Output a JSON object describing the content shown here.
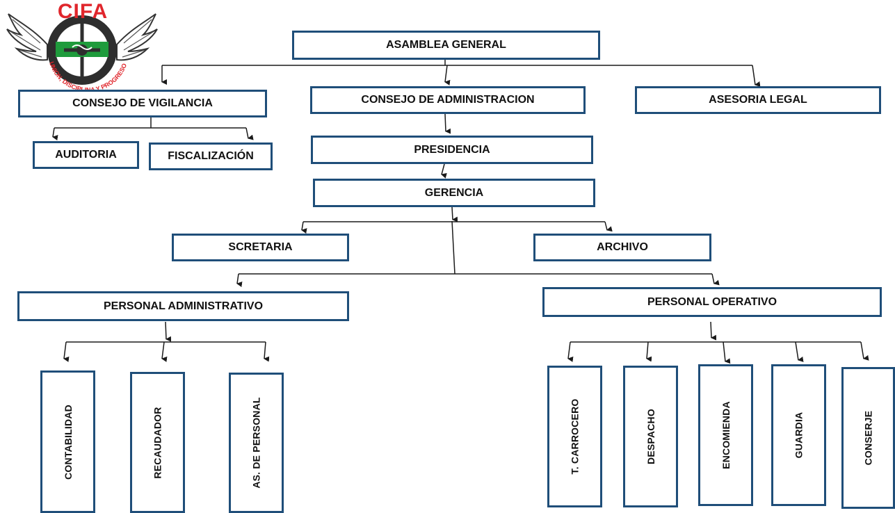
{
  "logo": {
    "title": "CIFA",
    "motto": "UNION, DISCIPLINA Y PROGRESO",
    "colors": {
      "red": "#e0262c",
      "green": "#1f9b3c",
      "dark": "#333333"
    }
  },
  "colors": {
    "box_border": "#1f4e79",
    "connector": "#1a1a1a"
  },
  "nodes": {
    "asamblea": "ASAMBLEA GENERAL",
    "consejo_vigilancia": "CONSEJO DE VIGILANCIA",
    "consejo_administracion": "CONSEJO DE ADMINISTRACION",
    "asesoria_legal": "ASESORIA LEGAL",
    "auditoria": "AUDITORIA",
    "fiscalizacion": "FISCALIZACIÓN",
    "presidencia": "PRESIDENCIA",
    "gerencia": "GERENCIA",
    "secretaria": "SCRETARIA",
    "archivo": "ARCHIVO",
    "personal_administrativo": "PERSONAL ADMINISTRATIVO",
    "personal_operativo": "PERSONAL OPERATIVO",
    "contabilidad": "CONTABILIDAD",
    "recaudador": "RECAUDADOR",
    "as_personal": "AS. DE PERSONAL",
    "carrocero": "T. CARROCERO",
    "despacho": "DESPACHO",
    "encomienda": "ENCOMIENDA",
    "guardia": "GUARDIA",
    "conserje": "CONSERJE"
  }
}
